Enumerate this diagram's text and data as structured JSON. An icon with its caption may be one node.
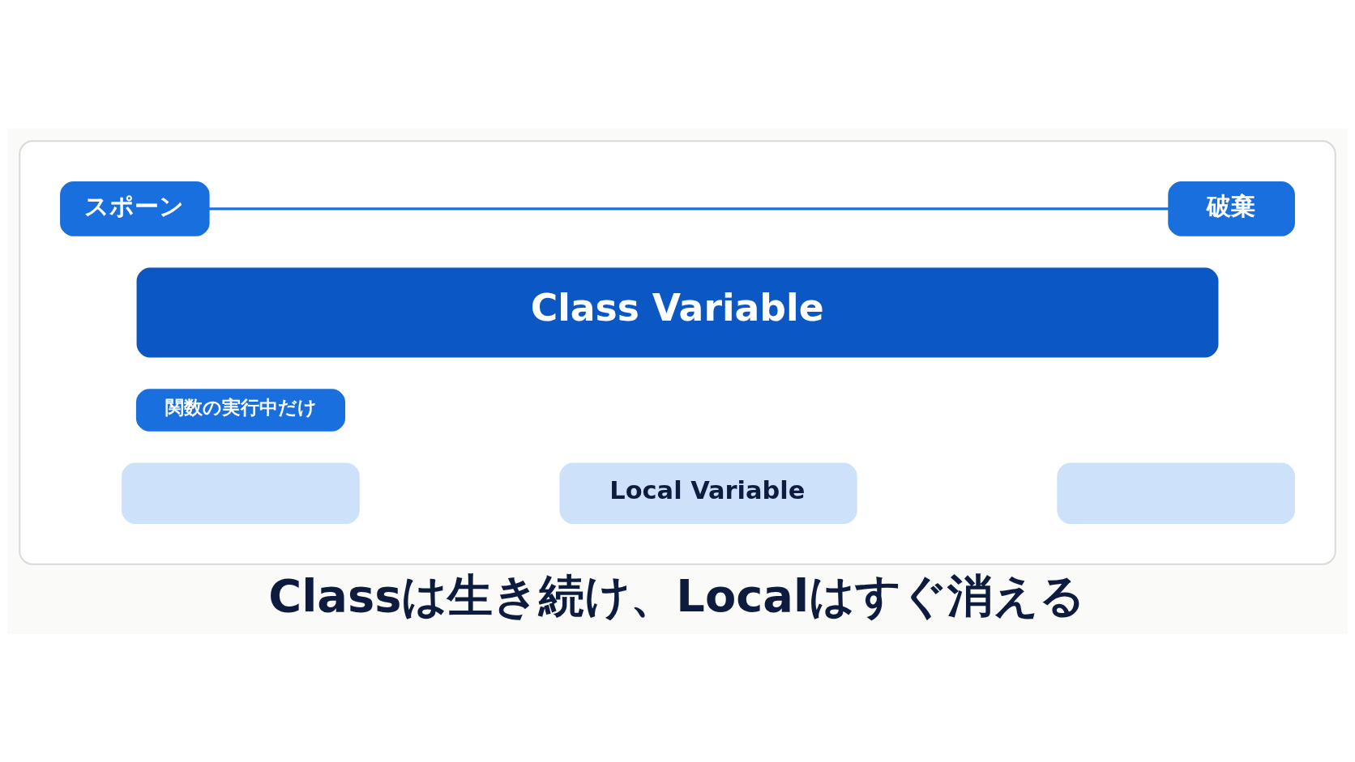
{
  "diagram": {
    "caption": "Classは生き続け、Localはすぐ消える",
    "nodes": [
      {
        "text": [],
        "shape": "box"
      },
      {
        "text": [
          "スポーン"
        ],
        "in": 0
      },
      {
        "text": [
          "破棄"
        ],
        "in": 0
      },
      {
        "text": [
          "Class Variable"
        ],
        "in": 0
      },
      {
        "text": [
          "関数の実行中だけ"
        ],
        "in": 0
      },
      {
        "text": [],
        "shape": "box",
        "in": 0
      },
      {
        "text": [
          "Local Variable"
        ],
        "in": 0
      },
      {
        "text": [],
        "shape": "box",
        "in": 0
      }
    ],
    "edges": [
      {
        "from": 1,
        "to": 2,
        "arrow": "none"
      }
    ]
  }
}
